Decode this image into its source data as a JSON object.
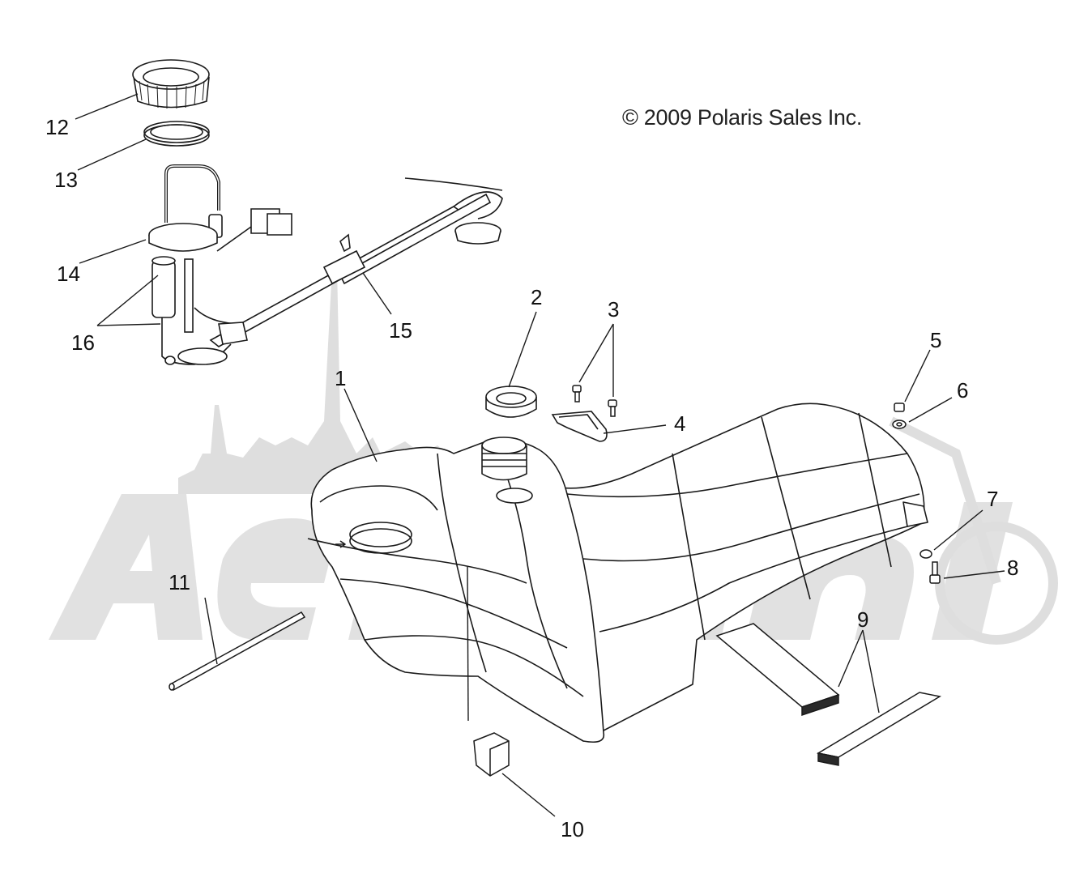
{
  "copyright": "© 2009 Polaris Sales Inc.",
  "watermark": "AeriBarn",
  "callouts": [
    "1",
    "2",
    "3",
    "4",
    "5",
    "6",
    "7",
    "8",
    "9",
    "10",
    "11",
    "12",
    "13",
    "14",
    "15",
    "16"
  ],
  "colors": {
    "line": "#1a1a1a",
    "watermark": "#d9d9d9",
    "part_fill": "#ffffff"
  }
}
